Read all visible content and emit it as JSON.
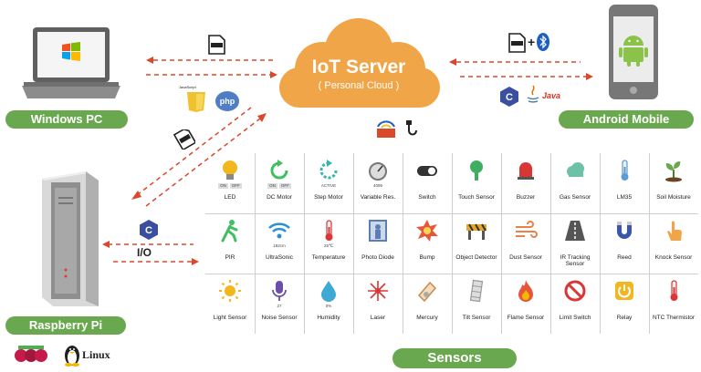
{
  "server": {
    "title": "IoT Server",
    "subtitle": "( Personal Cloud )"
  },
  "devices": {
    "windows": {
      "label": "Windows PC"
    },
    "android": {
      "label": "Android Mobile"
    },
    "raspberry": {
      "label": "Raspberry Pi",
      "io_label": "I/O",
      "os_label": "Linux"
    }
  },
  "tech": {
    "js": "JavaScript",
    "php": "php",
    "java": "Java"
  },
  "sensors_title": "Sensors",
  "colors": {
    "accent_green": "#6aa84f",
    "cloud_orange": "#f0a548",
    "arrow_red": "#d9482b"
  },
  "sensor_rows": [
    [
      {
        "label": "LED",
        "icon": "bulb-icon",
        "color": "#f2b71f",
        "tags": [
          "ON",
          "OFF"
        ]
      },
      {
        "label": "DC Motor",
        "icon": "rotate-icon",
        "color": "#3fbf5f",
        "tags": [
          "ON",
          "OFF"
        ]
      },
      {
        "label": "Step Motor",
        "icon": "step-rotate-icon",
        "color": "#35b5b0",
        "tags": [
          "ACTIVE"
        ]
      },
      {
        "label": "Variable Res.",
        "icon": "dial-icon",
        "color": "#777777",
        "tags": [
          "4095"
        ]
      },
      {
        "label": "Switch",
        "icon": "switch-icon",
        "color": "#333333",
        "tags": []
      },
      {
        "label": "Touch Sensor",
        "icon": "touch-icon",
        "color": "#3fae63",
        "tags": []
      },
      {
        "label": "Buzzer",
        "icon": "buzzer-icon",
        "color": "#d93636",
        "tags": []
      },
      {
        "label": "Gas Sensor",
        "icon": "cloud-icon",
        "color": "#6cc1a6",
        "tags": []
      },
      {
        "label": "LM35",
        "icon": "thermometer-icon",
        "color": "#5b9bd5",
        "tags": []
      },
      {
        "label": "Soil Moisture",
        "icon": "plant-icon",
        "color": "#4b7f2c",
        "tags": []
      }
    ],
    [
      {
        "label": "PIR",
        "icon": "walking-icon",
        "color": "#3fbf5f",
        "tags": []
      },
      {
        "label": "UltraSonic",
        "icon": "wifi-icon",
        "color": "#2a8fd8",
        "tags": [
          "192cm"
        ]
      },
      {
        "label": "Temperature",
        "icon": "thermometer-red-icon",
        "color": "#d93636",
        "tags": [
          "25℃"
        ]
      },
      {
        "label": "Photo Diode",
        "icon": "door-icon",
        "color": "#5a7fb8",
        "tags": []
      },
      {
        "label": "Bump",
        "icon": "bump-icon",
        "color": "#e8563a",
        "tags": []
      },
      {
        "label": "Object Detector",
        "icon": "barrier-icon",
        "color": "#e6a42a",
        "tags": []
      },
      {
        "label": "Dust Sensor",
        "icon": "wind-icon",
        "color": "#e8814a",
        "tags": []
      },
      {
        "label": "IR Tracking\nSensor",
        "icon": "road-icon",
        "color": "#555555",
        "tags": []
      },
      {
        "label": "Reed",
        "icon": "magnet-icon",
        "color": "#3b58a8",
        "tags": []
      },
      {
        "label": "Knock Sensor",
        "icon": "hand-icon",
        "color": "#f0a548",
        "tags": []
      }
    ],
    [
      {
        "label": "Light Sensor",
        "icon": "sun-icon",
        "color": "#f2b71f",
        "tags": []
      },
      {
        "label": "Noise Sensor",
        "icon": "mic-icon",
        "color": "#6b4fa8",
        "tags": [
          "27"
        ]
      },
      {
        "label": "Humidity",
        "icon": "drop-icon",
        "color": "#3fa9d6",
        "tags": [
          "0%"
        ]
      },
      {
        "label": "Laser",
        "icon": "laser-icon",
        "color": "#d93636",
        "tags": []
      },
      {
        "label": "Mercury",
        "icon": "mercury-icon",
        "color": "#c98a4b",
        "tags": []
      },
      {
        "label": "Tilt Sensor",
        "icon": "tower-icon",
        "color": "#999999",
        "tags": []
      },
      {
        "label": "Flame Sensor",
        "icon": "flame-icon",
        "color": "#e8563a",
        "tags": []
      },
      {
        "label": "Limit Switch",
        "icon": "no-entry-icon",
        "color": "#d93636",
        "tags": []
      },
      {
        "label": "Relay",
        "icon": "power-icon",
        "color": "#f2b71f",
        "tags": []
      },
      {
        "label": "NTC Thermistor",
        "icon": "thermometer-ntc-icon",
        "color": "#d93636",
        "tags": []
      }
    ]
  ]
}
